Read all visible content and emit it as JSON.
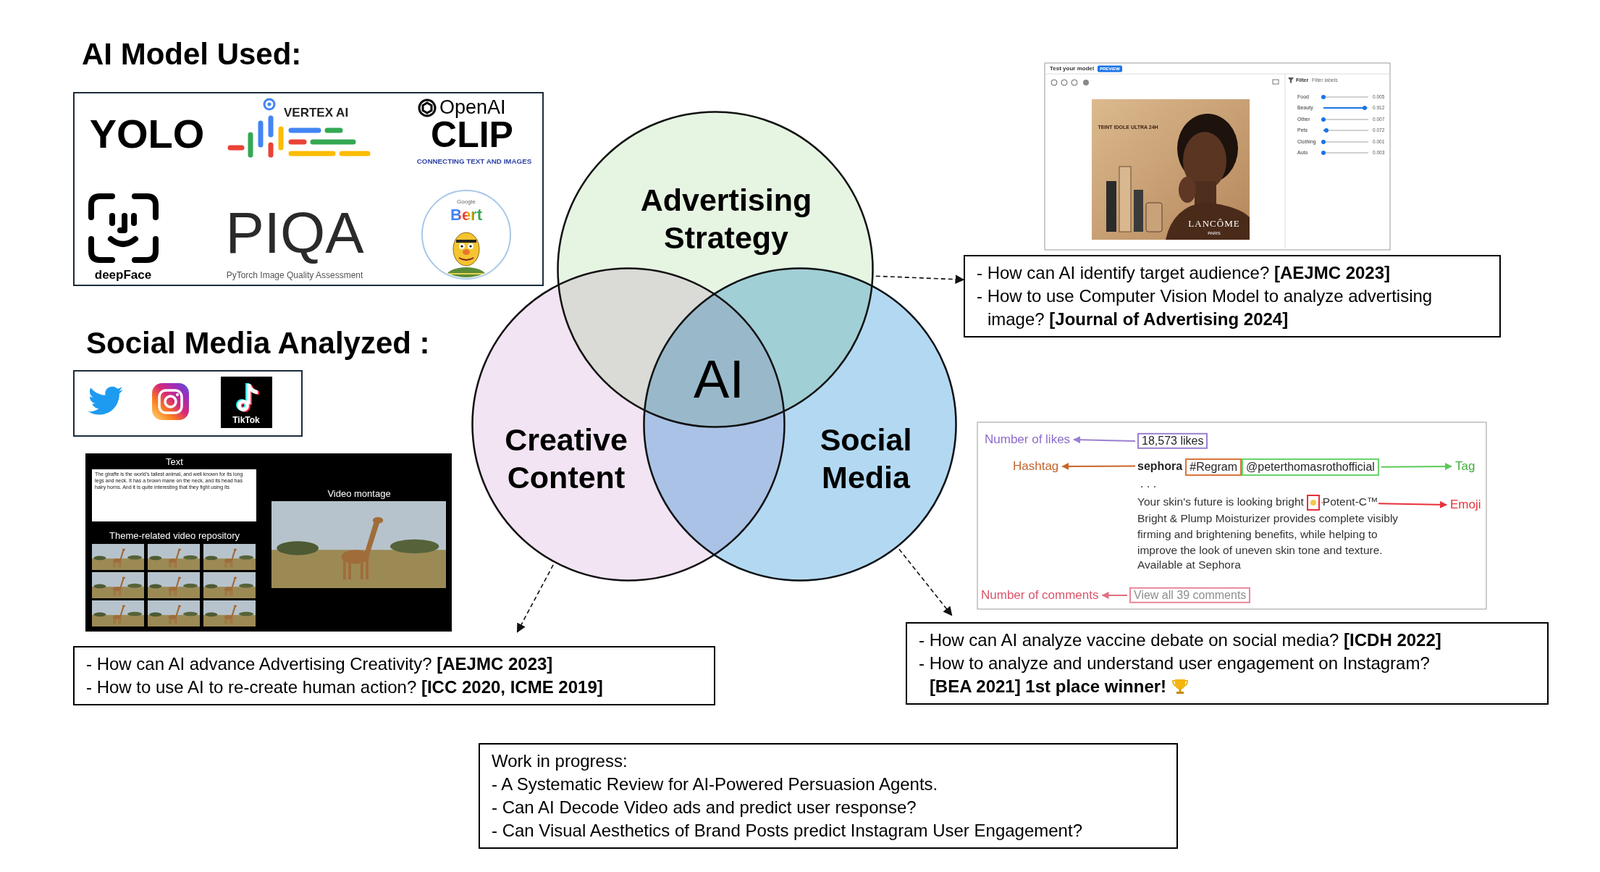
{
  "diagram": {
    "nodes": [
      {
        "text": [
          "AI Model Used:"
        ]
      },
      {
        "text": [
          "Social Media Analyzed :"
        ]
      },
      {
        "text": [
          "Advertising Strategy"
        ]
      },
      {
        "text": [
          "Creative Content"
        ]
      },
      {
        "text": [
          "Social Media"
        ]
      },
      {
        "text": [
          "- How can AI identify target audience?",
          "[AEJMC 2023]",
          "- How to use Computer Vision Model to analyze advertising image?",
          "[Journal of Advertising 2024]"
        ]
      },
      {
        "text": [
          "- How can AI advance Advertising Creativity?",
          "[AEJMC 2023]",
          "- How to use AI to re-create human action?",
          "[ICC 2020, ICME 2019]"
        ]
      },
      {
        "text": [
          "- How can AI analyze vaccine debate on social media?",
          "[ICDH 2022]",
          "- How to analyze and understand user engagement on Instagram?",
          "[BEA 2021] 1st place winner!"
        ]
      },
      {
        "text": [
          "Work in progress:",
          "- A Systematic Review for AI-Powered Persuasion Agents.",
          "- Can AI Decode Video ads and predict user response?",
          "- Can Visual Aesthetics of Brand Posts predict Instagram User Engagement?"
        ]
      }
    ],
    "edges": [
      {
        "from": 2,
        "to": 5,
        "arrow": "to"
      },
      {
        "from": 3,
        "to": 6,
        "arrow": "to"
      },
      {
        "from": 4,
        "to": 7,
        "arrow": "to"
      }
    ],
    "labels": [
      "YOLO",
      "VERTEX AI",
      "OpenAI",
      "CLIP",
      "CONNECTING TEXT AND IMAGES",
      "deepFace",
      "PIQA",
      "PyTorch Image Quality Assessment",
      "Google",
      "Bert",
      "TikTok",
      "Text",
      "The giraffe is the world's tallest animal, and well known for its long legs and neck. It has a brown mane on the neck, and its head has hairy horns. And it is quite interesting that they fight using its",
      "Theme-related video repository",
      "Video montage",
      "AI",
      "Test your model",
      "PREVIEW",
      "Filter",
      "Filter labels",
      "Food",
      "0.005",
      "Beauty",
      "0.912",
      "Other",
      "0.007",
      "Pets",
      "0.072",
      "Clothing",
      "0.001",
      "Auto",
      "0.003",
      "TEINT IDOLE ULTRA 24H",
      "LANCÔME",
      "PARIS",
      "Number of likes",
      "18,573 likes",
      "Hashtag",
      "sephora",
      "#Regram",
      "@peterthomasrothofficial",
      "Tag",
      ". . .",
      "Your skin's future is looking bright",
      "Potent-C™ Bright & Plump Moisturizer provides complete visibly firming and brightening benefits, while helping to improve the look of uneven skin tone and texture.",
      "Available at Sephora",
      "Emoji",
      "Number of comments",
      "View all 39 comments"
    ]
  }
}
